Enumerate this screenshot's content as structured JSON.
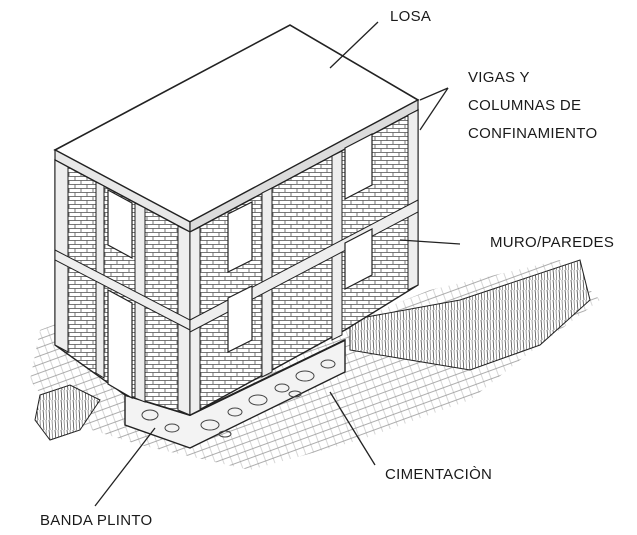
{
  "labels": {
    "losa": "LOSA",
    "vigas_line1": "VIGAS Y",
    "vigas_line2": "COLUMNAS DE",
    "vigas_line3": "CONFINAMIENTO",
    "muro": "MURO/PAREDES",
    "cimentacion": "CIMENTACIÒN",
    "banda": "BANDA PLINTO"
  }
}
